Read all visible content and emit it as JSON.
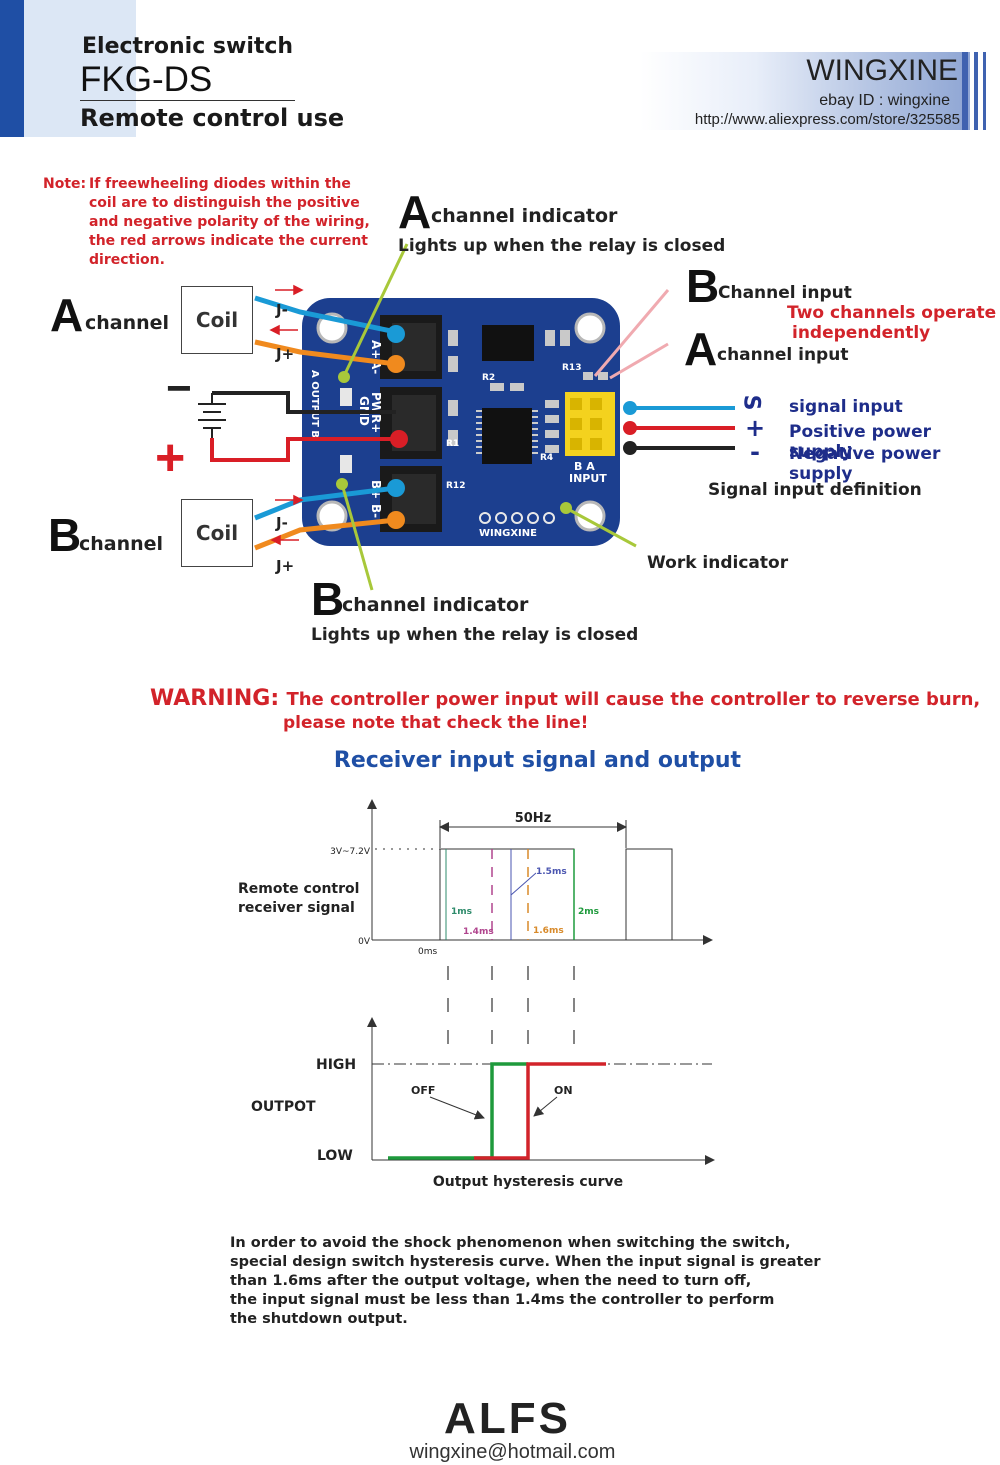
{
  "header": {
    "line1": "Electronic switch",
    "model": "FKG-DS",
    "line3": "Remote control use",
    "brand": "WINGXINE",
    "ebay": "ebay ID : wingxine",
    "url": "http://www.aliexpress.com/store/325585"
  },
  "note": {
    "prefix": "Note:",
    "lines": [
      "If freewheeling diodes within the",
      "coil are to distinguish the positive",
      "and negative polarity of the wiring,",
      "the red arrows indicate the current",
      "direction."
    ]
  },
  "wiring": {
    "a_indicator_letter": "A",
    "a_indicator": "channel indicator",
    "a_indicator_sub": "Lights up when the relay is closed",
    "b_input_letter": "B",
    "b_input": "Channel input",
    "independent": [
      "Two channels operate",
      "independently"
    ],
    "a_input_letter": "A",
    "a_input": "channel input",
    "a_channel_letter": "A",
    "a_channel": "channel",
    "b_channel_letter": "B",
    "b_channel": "channel",
    "coil": "Coil",
    "j_minus": "J-",
    "j_plus": "J+",
    "minus": "−",
    "plus": "+",
    "sig_symbols": [
      "S",
      "+",
      "-"
    ],
    "sig_labels": [
      "signal input",
      "Positive power supply",
      "Negative power supply"
    ],
    "sig_def": "Signal input definition",
    "work": "Work indicator",
    "b_indicator_letter": "B",
    "b_indicator": "channel indicator",
    "b_indicator_sub": "Lights up when the relay is closed"
  },
  "board": {
    "silk": [
      "A+",
      "A-",
      "PWR+",
      "GND",
      "B+",
      "B-",
      "A OUTPUT B",
      "R13",
      "R1",
      "R12",
      "R2",
      "R4",
      "B A",
      "INPUT",
      "WINGXINE"
    ]
  },
  "warning": {
    "label": "WARNING:",
    "line1": "The controller power input will cause the controller to reverse burn,",
    "line2": "please note that check the line!"
  },
  "section_title": "Receiver input signal and output",
  "timing": {
    "freq": "50Hz",
    "vlevel": "3V~7.2V",
    "zero_v": "0V",
    "zero_ms": "0ms",
    "ylabel": [
      "Remote control",
      "receiver signal"
    ],
    "marks": [
      "1ms",
      "1.4ms",
      "1.5ms",
      "1.6ms",
      "2ms"
    ],
    "colors": {
      "1ms": "#2e8b6b",
      "1.4ms": "#b0458e",
      "1.5ms": "#4a55b0",
      "1.6ms": "#d88a2a",
      "2ms": "#1e9a3c"
    }
  },
  "output": {
    "high": "HIGH",
    "low": "LOW",
    "ylabel": "OUTPOT",
    "off": "OFF",
    "on": "ON",
    "caption": "Output hysteresis curve",
    "colors": {
      "off": "#1e9a3c",
      "on": "#d2232a"
    }
  },
  "paragraph": "In order to avoid the shock phenomenon when switching the switch,\nspecial design switch hysteresis curve. When the input signal is greater\n than 1.6ms after the output voltage, when the need to turn off,\nthe input signal must be less than 1.4ms the controller to perform\nthe shutdown output.",
  "footer": {
    "brand": "ALFS",
    "email": "wingxine@hotmail.com"
  },
  "colors": {
    "accent_blue": "#1f4fa5",
    "warning_red": "#d2232a",
    "board_blue": "#1c3f8f",
    "wire_blue": "#1a9ad6",
    "wire_orange": "#f08a1e",
    "wire_red": "#d91e26",
    "pointer_green": "#a8c83a",
    "pointer_pink": "#f0aab0"
  }
}
